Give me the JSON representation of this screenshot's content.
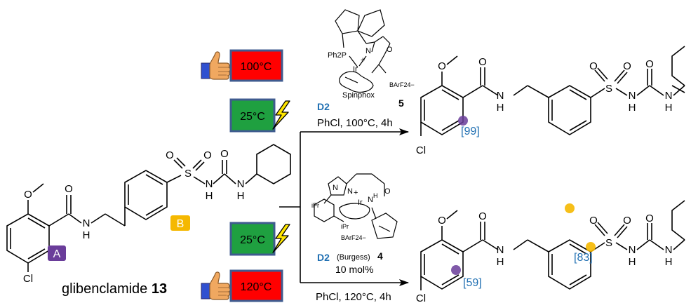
{
  "starting_material": {
    "name": "glibenclamide",
    "number": "13",
    "site_a": "A",
    "site_b": "B"
  },
  "atoms": {
    "o": "O",
    "s": "S",
    "n": "N",
    "h": "H",
    "cl": "Cl",
    "ir": "Ir",
    "plus": "+",
    "ph2p": "Ph2P",
    "ipr": "iPr",
    "barf": "BArF24−"
  },
  "top_route": {
    "temp_thermal": "100°C",
    "temp_photo": "25°C",
    "reagent": "D2",
    "catalyst_name": "Spinphox",
    "catalyst_number": "5",
    "conditions": "PhCl, 100°C, 4h",
    "product_label": "[99]"
  },
  "bottom_route": {
    "temp_photo": "25°C",
    "temp_thermal": "120°C",
    "reagent": "D2",
    "catalyst_name": "(Burgess)",
    "catalyst_number": "4",
    "loading": "10 mol%",
    "conditions": "PhCl, 120°C, 4h",
    "product_label_a": "[59]",
    "product_label_b": "[83]"
  },
  "colors": {
    "site_a": "#6a3d9a",
    "site_b": "#f5b800",
    "label_blue": "#1f6fb2",
    "box_red": "#ff0000",
    "box_green": "#1fa040",
    "box_border": "#3f5b8f",
    "bolt_yellow": "#ffe600",
    "thumb_skin": "#f0a860",
    "cuff_blue": "#3050d0"
  },
  "icons": [
    "thumbs-up-icon",
    "lightning-bolt-icon"
  ]
}
